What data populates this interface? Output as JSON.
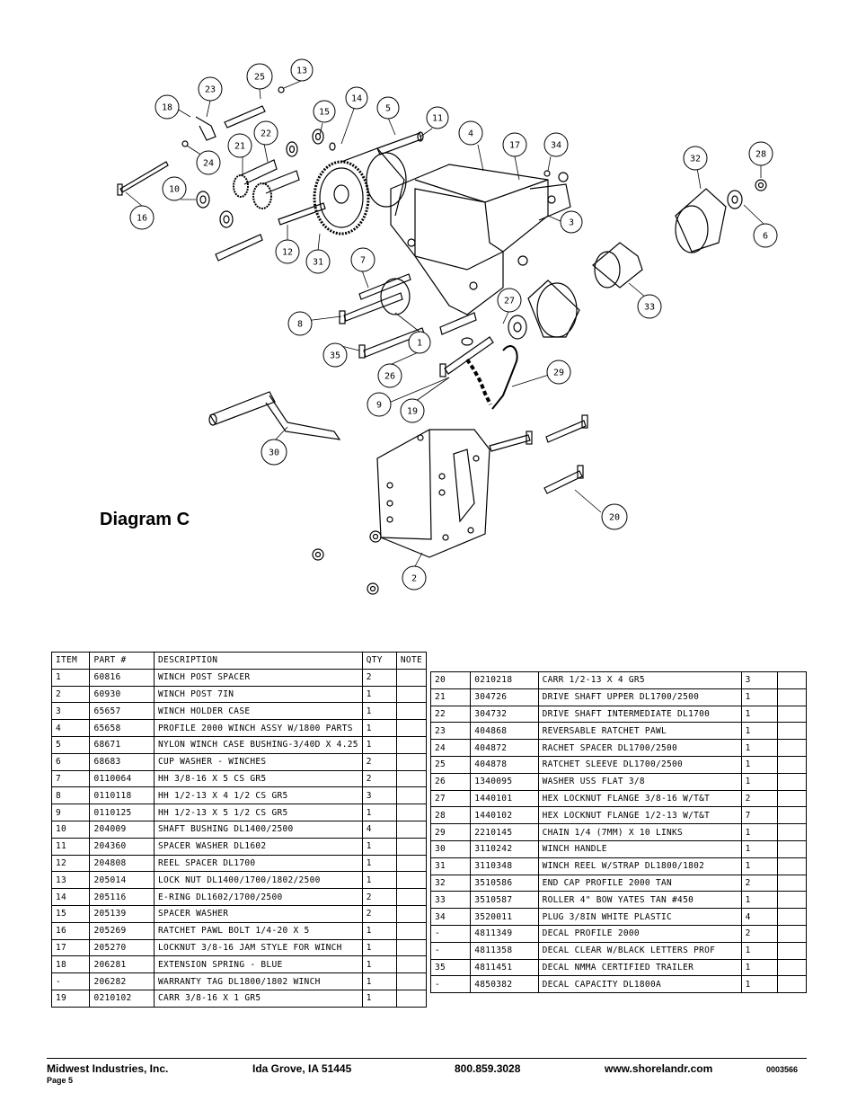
{
  "diagram": {
    "title": "Diagram C",
    "callouts": [
      "25",
      "13",
      "23",
      "18",
      "14",
      "15",
      "5",
      "11",
      "21",
      "22",
      "24",
      "4",
      "17",
      "34",
      "32",
      "28",
      "10",
      "16",
      "12",
      "31",
      "7",
      "3",
      "6",
      "27",
      "33",
      "8",
      "35",
      "1",
      "26",
      "29",
      "9",
      "19",
      "30",
      "20",
      "2"
    ]
  },
  "table_left": {
    "headers": [
      "ITEM",
      "PART #",
      "DESCRIPTION",
      "QTY",
      "NOTE"
    ],
    "rows": [
      [
        "1",
        "60816",
        "WINCH POST SPACER",
        "2",
        ""
      ],
      [
        "2",
        "60930",
        "WINCH POST   7IN",
        "1",
        ""
      ],
      [
        "3",
        "65657",
        "WINCH HOLDER CASE",
        "1",
        ""
      ],
      [
        "4",
        "65658",
        "PROFILE 2000 WINCH ASSY W/1800 PARTS",
        "1",
        ""
      ],
      [
        "5",
        "68671",
        "NYLON WINCH CASE BUSHING-3/40D X 4.25",
        "1",
        ""
      ],
      [
        "6",
        "68683",
        "CUP WASHER - WINCHES",
        "2",
        ""
      ],
      [
        "7",
        "0110064",
        "HH 3/8-16 X 5 CS GR5",
        "2",
        ""
      ],
      [
        "8",
        "0110118",
        "HH 1/2-13 X 4 1/2 CS GR5",
        "3",
        ""
      ],
      [
        "9",
        "0110125",
        "HH 1/2-13 X 5 1/2 CS GR5",
        "1",
        ""
      ],
      [
        "10",
        "204009",
        "SHAFT BUSHING  DL1400/2500",
        "4",
        ""
      ],
      [
        "11",
        "204360",
        "SPACER WASHER  DL1602",
        "1",
        ""
      ],
      [
        "12",
        "204808",
        "REEL SPACER  DL1700",
        "1",
        ""
      ],
      [
        "13",
        "205014",
        "LOCK NUT  DL1400/1700/1802/2500",
        "1",
        ""
      ],
      [
        "14",
        "205116",
        "E-RING DL1602/1700/2500",
        "2",
        ""
      ],
      [
        "15",
        "205139",
        "SPACER WASHER",
        "2",
        ""
      ],
      [
        "16",
        "205269",
        "RATCHET PAWL BOLT 1/4-20 X 5",
        "1",
        ""
      ],
      [
        "17",
        "205270",
        "LOCKNUT 3/8-16 JAM STYLE FOR WINCH",
        "1",
        ""
      ],
      [
        "18",
        "206281",
        "EXTENSION SPRING - BLUE",
        "1",
        ""
      ],
      [
        "-",
        "206282",
        "WARRANTY TAG DL1800/1802 WINCH",
        "1",
        ""
      ],
      [
        "19",
        "0210102",
        "CARR 3/8-16 X 1 GR5",
        "1",
        ""
      ]
    ]
  },
  "table_right": {
    "rows": [
      [
        "20",
        "0210218",
        "CARR 1/2-13 X 4 GR5",
        "3",
        ""
      ],
      [
        "21",
        "304726",
        "DRIVE SHAFT UPPER  DL1700/2500",
        "1",
        ""
      ],
      [
        "22",
        "304732",
        "DRIVE SHAFT INTERMEDIATE  DL1700",
        "1",
        ""
      ],
      [
        "23",
        "404868",
        "REVERSABLE RATCHET PAWL",
        "1",
        ""
      ],
      [
        "24",
        "404872",
        "RACHET SPACER  DL1700/2500",
        "1",
        ""
      ],
      [
        "25",
        "404878",
        "RATCHET SLEEVE  DL1700/2500",
        "1",
        ""
      ],
      [
        "26",
        "1340095",
        "WASHER USS FLAT 3/8",
        "1",
        ""
      ],
      [
        "27",
        "1440101",
        "HEX LOCKNUT FLANGE 3/8-16 W/T&T",
        "2",
        ""
      ],
      [
        "28",
        "1440102",
        "HEX LOCKNUT FLANGE 1/2-13 W/T&T",
        "7",
        ""
      ],
      [
        "29",
        "2210145",
        "CHAIN 1/4 (7MM) X 10 LINKS",
        "1",
        ""
      ],
      [
        "30",
        "3110242",
        "WINCH HANDLE",
        "1",
        ""
      ],
      [
        "31",
        "3110348",
        "WINCH REEL W/STRAP  DL1800/1802",
        "1",
        ""
      ],
      [
        "32",
        "3510586",
        "END CAP PROFILE 2000 TAN",
        "2",
        ""
      ],
      [
        "33",
        "3510587",
        "ROLLER 4\" BOW YATES TAN #450",
        "1",
        ""
      ],
      [
        "34",
        "3520011",
        "PLUG  3/8IN WHITE PLASTIC",
        "4",
        ""
      ],
      [
        "-",
        "4811349",
        "DECAL PROFILE 2000",
        "2",
        ""
      ],
      [
        "-",
        "4811358",
        "DECAL CLEAR W/BLACK LETTERS PROF",
        "1",
        ""
      ],
      [
        "35",
        "4811451",
        " DECAL NMMA CERTIFIED TRAILER",
        "1",
        ""
      ],
      [
        "-",
        "4850382",
        "DECAL CAPACITY DL1800A",
        "1",
        ""
      ]
    ]
  },
  "footer": {
    "company": "Midwest Industries, Inc.",
    "location": "Ida Grove, IA  51445",
    "phone": "800.859.3028",
    "website": "www.shorelandr.com",
    "doc_number": "0003566",
    "page": "Page 5"
  }
}
